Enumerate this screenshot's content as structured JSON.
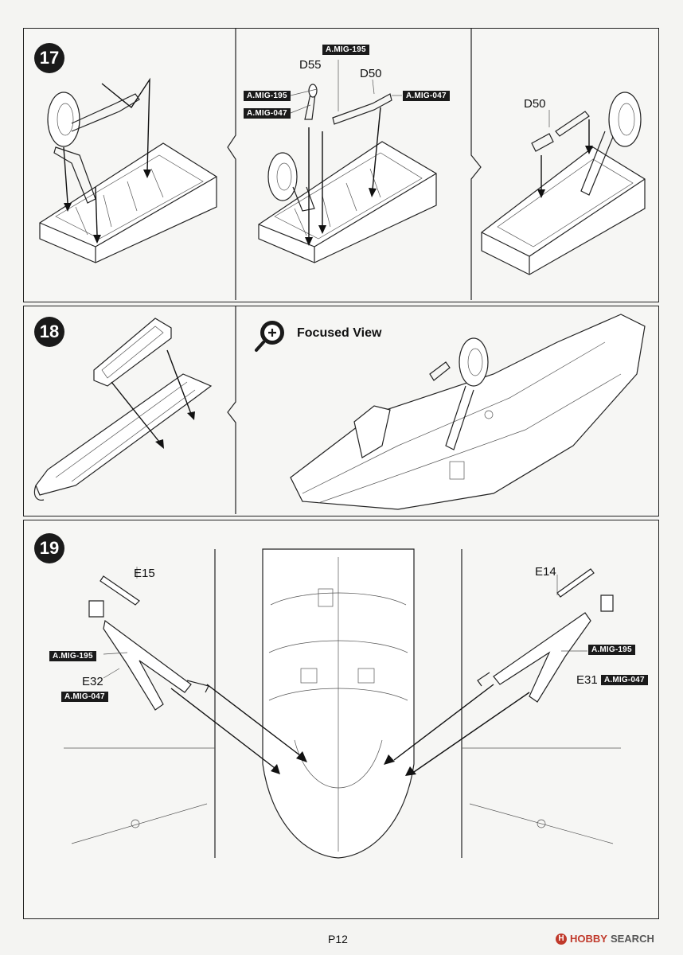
{
  "steps": [
    {
      "number": "17"
    },
    {
      "number": "18"
    },
    {
      "number": "19"
    }
  ],
  "step17": {
    "labels": {
      "d55": "D55",
      "d50_mid": "D50",
      "d50_right": "D50"
    },
    "paints": {
      "mig195_top": "A.MIG-195",
      "mig195_left": "A.MIG-195",
      "mig047_left": "A.MIG-047",
      "mig047_right": "A.MIG-047"
    }
  },
  "step18": {
    "focused_view": "Focused View"
  },
  "step19": {
    "labels": {
      "e15": "E15",
      "e14": "E14",
      "e32": "E32",
      "e31": "E31"
    },
    "paints": {
      "mig195_left": "A.MIG-195",
      "mig047_left": "A.MIG-047",
      "mig195_right": "A.MIG-195",
      "mig047_right": "A.MIG-047"
    }
  },
  "footer": {
    "page": "P12",
    "brand_main": "HOBBY",
    "brand_search": "SEARCH"
  },
  "colors": {
    "badge": "#1a1a1a",
    "tag": "#1a1a1a",
    "brand": "#c0392b"
  }
}
